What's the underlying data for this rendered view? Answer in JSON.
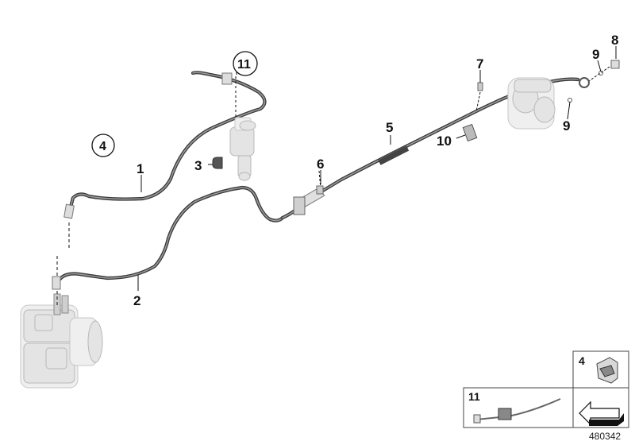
{
  "diagram": {
    "callouts": {
      "c1": "1",
      "c2": "2",
      "c3": "3",
      "c4": "4",
      "c5": "5",
      "c6": "6",
      "c7": "7",
      "c8": "8",
      "c9a": "9",
      "c9b": "9",
      "c10": "10",
      "c11": "11"
    },
    "insets": {
      "inset_4_label": "4",
      "inset_11_label": "11"
    },
    "document_number": "480342"
  }
}
